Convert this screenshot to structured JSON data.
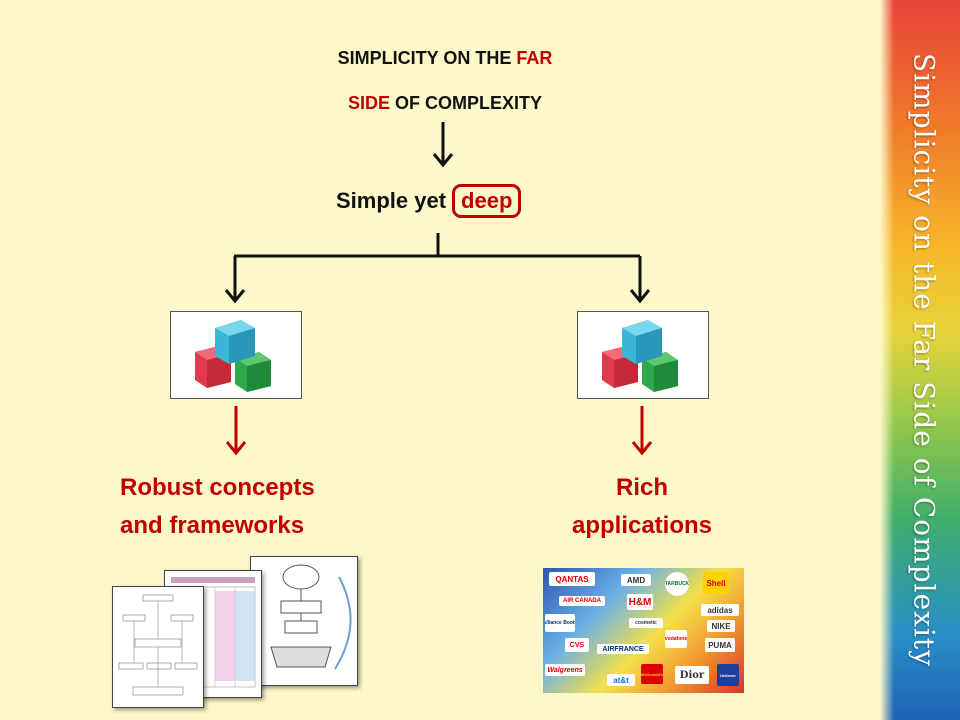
{
  "title": {
    "line1_text": "SIMPLICITY ON THE ",
    "line1_accent": "FAR",
    "line2_accent": "SIDE",
    "line2_text": " OF COMPLEXITY"
  },
  "center": {
    "prefix": "Simple yet",
    "highlight": "deep"
  },
  "left": {
    "line1": "Robust concepts",
    "line2": "and frameworks"
  },
  "right": {
    "line1": "Rich",
    "line2": "applications"
  },
  "sidebar_title": "Simplicity on the Far Side of Complexity",
  "logos": [
    {
      "text": "QANTAS"
    },
    {
      "text": "AMD"
    },
    {
      "text": "STARBUCKS"
    },
    {
      "text": "Shell"
    },
    {
      "text": "AIR CANADA"
    },
    {
      "text": "H&M"
    },
    {
      "text": "adidas"
    },
    {
      "text": "Alliance Boots"
    },
    {
      "text": "cosmetic"
    },
    {
      "text": "vodafone"
    },
    {
      "text": "NIKE"
    },
    {
      "text": "CVS"
    },
    {
      "text": "AIRFRANCE"
    },
    {
      "text": "PUMA"
    },
    {
      "text": "Walgreens"
    },
    {
      "text": "McDonald's"
    },
    {
      "text": "Dior"
    },
    {
      "text": "Unilever"
    },
    {
      "text": "at&t"
    }
  ],
  "colors": {
    "accent": "#c00000",
    "background": "#fdf8c9",
    "arrow_black": "#111111",
    "arrow_red": "#c00000"
  }
}
